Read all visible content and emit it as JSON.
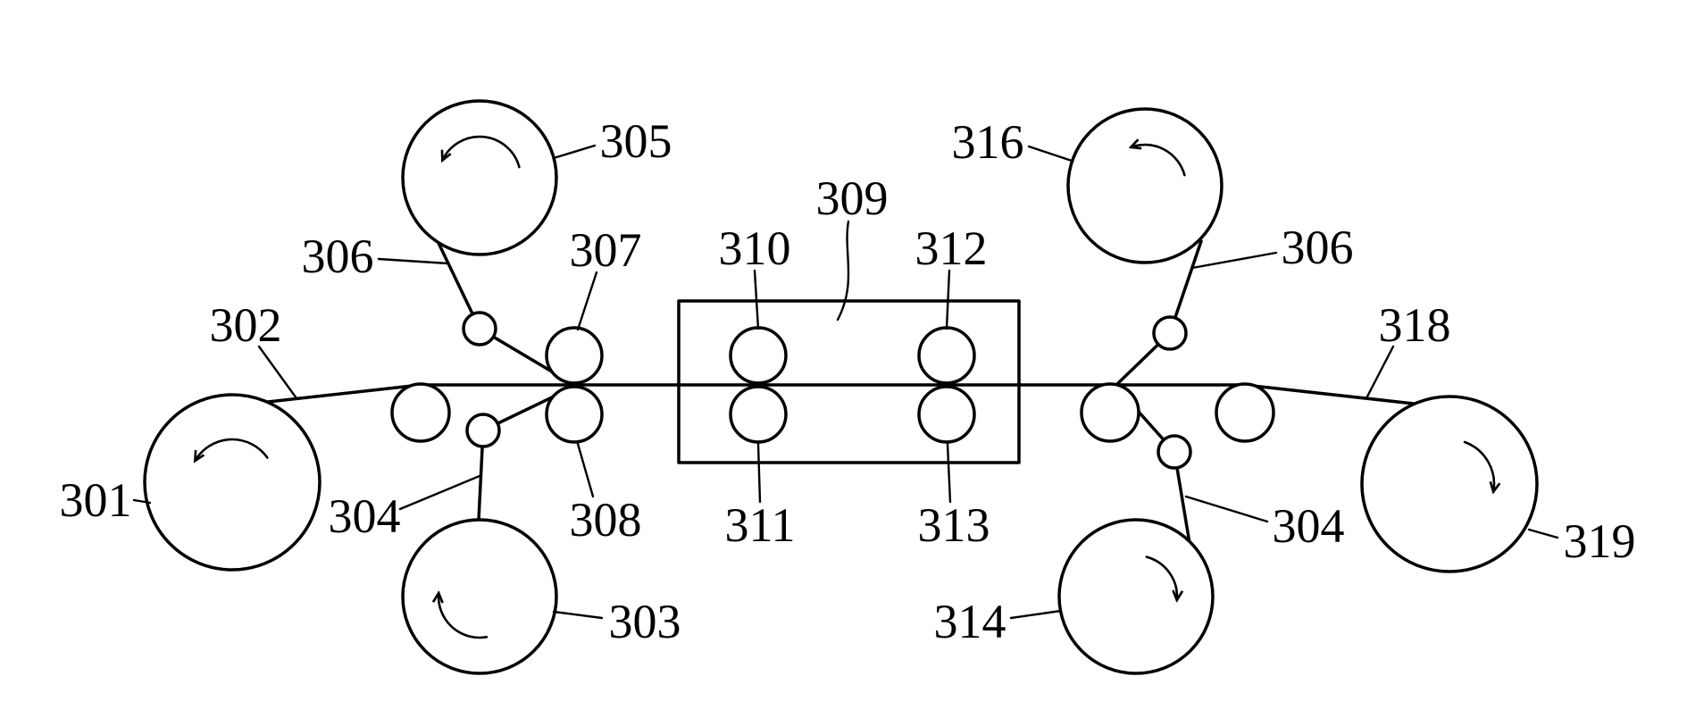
{
  "figure": {
    "background_color": "#ffffff",
    "line_color": "#000000",
    "labels": {
      "n301": "301",
      "n302": "302",
      "n303": "303",
      "n304_left": "304",
      "n304_right": "304",
      "n305": "305",
      "n306_left": "306",
      "n306_right": "306",
      "n307": "307",
      "n308": "308",
      "n309": "309",
      "n310": "310",
      "n311": "311",
      "n312": "312",
      "n313": "313",
      "n314": "314",
      "n316": "316",
      "n318": "318",
      "n319": "319"
    }
  }
}
